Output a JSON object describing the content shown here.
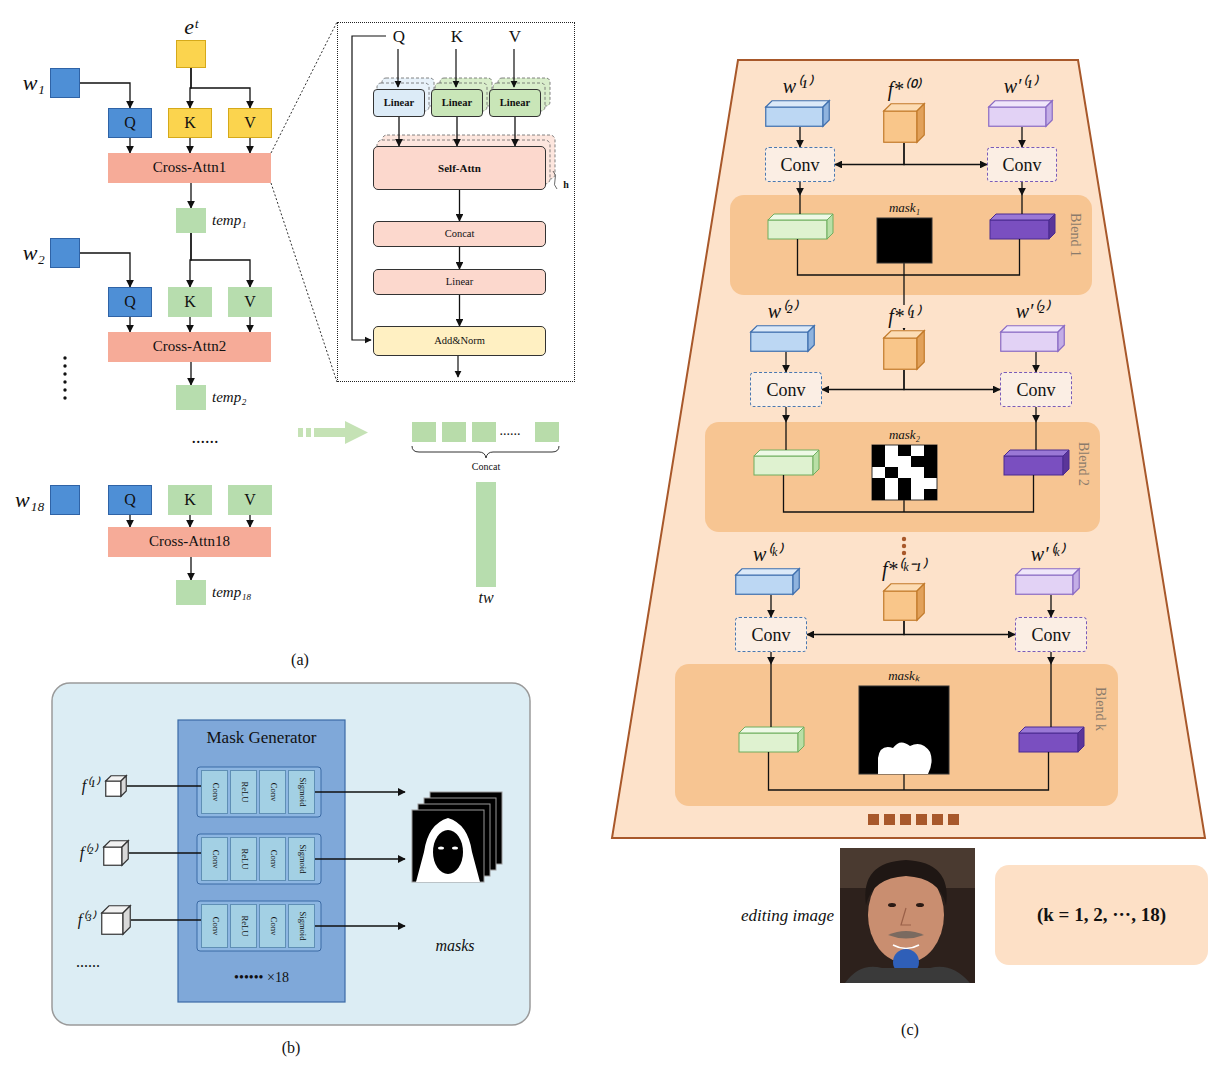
{
  "diagram": {
    "nodes": [
      {
        "text": [
          "w₁"
        ]
      },
      {
        "text": [
          "eᵗ"
        ]
      },
      {
        "text": [
          "Q"
        ]
      },
      {
        "text": [
          "K"
        ]
      },
      {
        "text": [
          "V"
        ]
      },
      {
        "text": [
          "Cross-Attn1"
        ]
      },
      {
        "text": [
          "temp₁"
        ]
      },
      {
        "text": [
          "w₂"
        ]
      },
      {
        "text": [
          "Q"
        ]
      },
      {
        "text": [
          "K"
        ]
      },
      {
        "text": [
          "V"
        ]
      },
      {
        "text": [
          "Cross-Attn2"
        ]
      },
      {
        "text": [
          "temp₂"
        ]
      },
      {
        "text": [
          "w₁₈"
        ]
      },
      {
        "text": [
          "Q"
        ]
      },
      {
        "text": [
          "K"
        ]
      },
      {
        "text": [
          "V"
        ]
      },
      {
        "text": [
          "Cross-Attn18"
        ]
      },
      {
        "text": [
          "temp₁₈"
        ]
      },
      {
        "text": [
          "Q",
          "K",
          "V"
        ]
      },
      {
        "text": [
          "Linear"
        ],
        "in": 19
      },
      {
        "text": [
          "Linear"
        ],
        "in": 19
      },
      {
        "text": [
          "Linear"
        ],
        "in": 19
      },
      {
        "text": [
          "Self-Attn",
          "h"
        ],
        "in": 19
      },
      {
        "text": [
          "Concat"
        ],
        "in": 19
      },
      {
        "text": [
          "Linear"
        ],
        "in": 19
      },
      {
        "text": [
          "Add&Norm"
        ],
        "in": 19
      },
      {
        "text": [
          "tw"
        ]
      },
      {
        "text": [
          "Mask Generator",
          "•••••• ×18"
        ]
      },
      {
        "text": [
          "Conv"
        ],
        "in": 28
      },
      {
        "text": [
          "ReLU"
        ],
        "in": 28
      },
      {
        "text": [
          "Conv"
        ],
        "in": 28
      },
      {
        "text": [
          "Sigmoid"
        ],
        "in": 28
      },
      {
        "text": [
          "Conv"
        ],
        "in": 28
      },
      {
        "text": [
          "ReLU"
        ],
        "in": 28
      },
      {
        "text": [
          "Conv"
        ],
        "in": 28
      },
      {
        "text": [
          "Sigmoid"
        ],
        "in": 28
      },
      {
        "text": [
          "Conv"
        ],
        "in": 28
      },
      {
        "text": [
          "ReLU"
        ],
        "in": 28
      },
      {
        "text": [
          "Conv"
        ],
        "in": 28
      },
      {
        "text": [
          "Sigmoid"
        ],
        "in": 28
      },
      {
        "text": [
          "f⁽¹⁾"
        ]
      },
      {
        "text": [
          "f⁽²⁾"
        ]
      },
      {
        "text": [
          "f⁽³⁾"
        ]
      },
      {
        "text": [
          "masks"
        ]
      },
      {
        "text": [
          "w⁽¹⁾"
        ]
      },
      {
        "text": [
          "f*⁽⁰⁾"
        ]
      },
      {
        "text": [
          "w′⁽¹⁾"
        ]
      },
      {
        "text": [
          "Conv"
        ]
      },
      {
        "text": [
          "Conv"
        ]
      },
      {
        "text": [
          "Blend 1"
        ]
      },
      {
        "text": [
          "mask₁"
        ],
        "in": 50
      },
      {
        "text": [
          "w⁽²⁾"
        ]
      },
      {
        "text": [
          "f*⁽¹⁾"
        ]
      },
      {
        "text": [
          "w′⁽²⁾"
        ]
      },
      {
        "text": [
          "Conv"
        ]
      },
      {
        "text": [
          "Conv"
        ]
      },
      {
        "text": [
          "Blend 2"
        ]
      },
      {
        "text": [
          "mask₂"
        ],
        "in": 57
      },
      {
        "text": [
          "w⁽ᵏ⁾"
        ]
      },
      {
        "text": [
          "f*⁽ᵏ⁻¹⁾"
        ]
      },
      {
        "text": [
          "w′⁽ᵏ⁾"
        ]
      },
      {
        "text": [
          "Conv"
        ]
      },
      {
        "text": [
          "Conv"
        ]
      },
      {
        "text": [
          "Blend k"
        ]
      },
      {
        "text": [
          "maskₖ"
        ],
        "in": 64
      },
      {
        "text": [
          "editing image"
        ]
      },
      {
        "text": [
          "(k = 1, 2, ···, 18)"
        ]
      }
    ],
    "edges": [
      {
        "from": 0,
        "to": 2,
        "arrow": "to"
      },
      {
        "from": 1,
        "to": 3,
        "arrow": "to"
      },
      {
        "from": 1,
        "to": 4,
        "arrow": "to"
      },
      {
        "from": 2,
        "to": 5,
        "arrow": "to"
      },
      {
        "from": 3,
        "to": 5,
        "arrow": "to"
      },
      {
        "from": 4,
        "to": 5,
        "arrow": "to"
      },
      {
        "from": 5,
        "to": 6,
        "arrow": "to"
      },
      {
        "from": 6,
        "to": 9,
        "arrow": "to"
      },
      {
        "from": 6,
        "to": 10,
        "arrow": "to"
      },
      {
        "from": 7,
        "to": 8,
        "arrow": "to"
      },
      {
        "from": 8,
        "to": 11,
        "arrow": "to"
      },
      {
        "from": 9,
        "to": 11,
        "arrow": "to"
      },
      {
        "from": 10,
        "to": 11,
        "arrow": "to"
      },
      {
        "from": 11,
        "to": 12,
        "arrow": "to"
      },
      {
        "from": 14,
        "to": 17,
        "arrow": "to"
      },
      {
        "from": 15,
        "to": 17,
        "arrow": "to"
      },
      {
        "from": 16,
        "to": 17,
        "arrow": "to"
      },
      {
        "from": 17,
        "to": 18,
        "arrow": "to"
      },
      {
        "from": 20,
        "to": 23,
        "arrow": "to"
      },
      {
        "from": 21,
        "to": 23,
        "arrow": "to"
      },
      {
        "from": 22,
        "to": 23,
        "arrow": "to"
      },
      {
        "from": 23,
        "to": 24,
        "arrow": "to"
      },
      {
        "from": 24,
        "to": 25,
        "arrow": "to"
      },
      {
        "from": 25,
        "to": 26,
        "arrow": "to"
      },
      {
        "from": 41,
        "to": 29,
        "arrow": "none"
      },
      {
        "from": 42,
        "to": 33,
        "arrow": "none"
      },
      {
        "from": 43,
        "to": 37,
        "arrow": "none"
      },
      {
        "from": 32,
        "to": 44,
        "arrow": "to"
      },
      {
        "from": 36,
        "to": 44,
        "arrow": "to"
      },
      {
        "from": 40,
        "to": 44,
        "arrow": "to"
      },
      {
        "from": 45,
        "to": 48,
        "arrow": "to"
      },
      {
        "from": 46,
        "to": 48,
        "arrow": "to"
      },
      {
        "from": 46,
        "to": 49,
        "arrow": "to"
      },
      {
        "from": 47,
        "to": 49,
        "arrow": "to"
      },
      {
        "from": 48,
        "to": 50,
        "arrow": "to"
      },
      {
        "from": 49,
        "to": 50,
        "arrow": "to"
      },
      {
        "from": 50,
        "to": 53,
        "arrow": "to"
      },
      {
        "from": 52,
        "to": 55,
        "arrow": "to"
      },
      {
        "from": 53,
        "to": 55,
        "arrow": "to"
      },
      {
        "from": 53,
        "to": 56,
        "arrow": "to"
      },
      {
        "from": 54,
        "to": 56,
        "arrow": "to"
      },
      {
        "from": 55,
        "to": 57,
        "arrow": "to"
      },
      {
        "from": 56,
        "to": 57,
        "arrow": "to"
      },
      {
        "from": 59,
        "to": 62,
        "arrow": "to"
      },
      {
        "from": 60,
        "to": 62,
        "arrow": "to"
      },
      {
        "from": 60,
        "to": 63,
        "arrow": "to"
      },
      {
        "from": 61,
        "to": 63,
        "arrow": "to"
      },
      {
        "from": 62,
        "to": 64,
        "arrow": "to"
      },
      {
        "from": 63,
        "to": 64,
        "arrow": "to"
      }
    ],
    "labels": [
      "......",
      "......",
      "Concat",
      "(a)",
      "......",
      "(b)",
      "(c)"
    ]
  }
}
